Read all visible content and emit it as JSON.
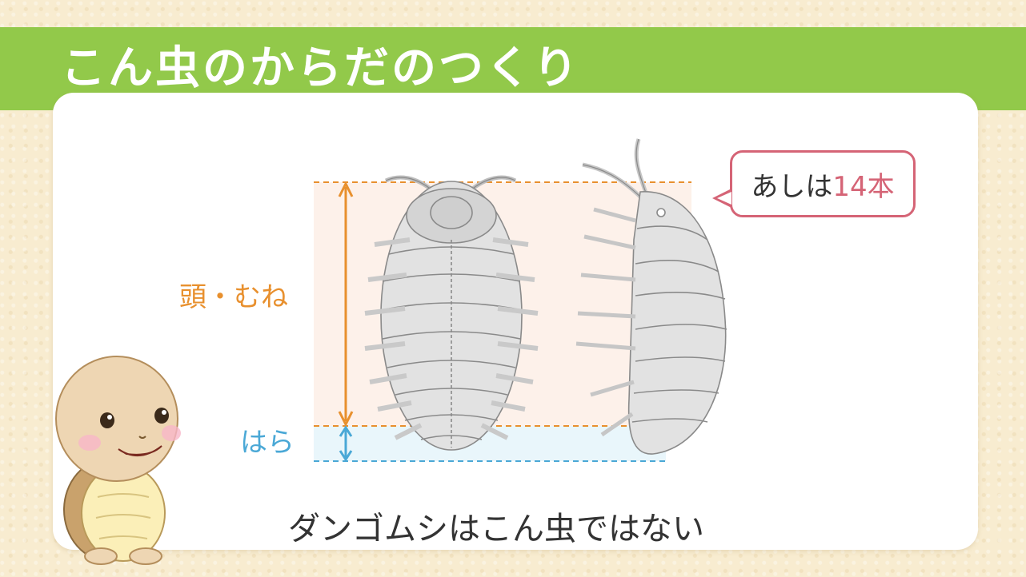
{
  "title": "こん虫のからだのつくり",
  "labels": {
    "head_thorax": "頭・むね",
    "abdomen": "はら"
  },
  "callout": {
    "prefix": "あしは",
    "count": "14本"
  },
  "caption": "ダンゴムシはこん虫ではない",
  "colors": {
    "title_bar": "#92c94a",
    "head_thorax": "#e8902e",
    "abdomen": "#4aa8d6",
    "callout_border": "#d56476",
    "highlight": "#d56476"
  },
  "icons": [
    "pill-bug-ventral-illustration",
    "pill-bug-side-illustration",
    "turtle-mascot-illustration"
  ]
}
